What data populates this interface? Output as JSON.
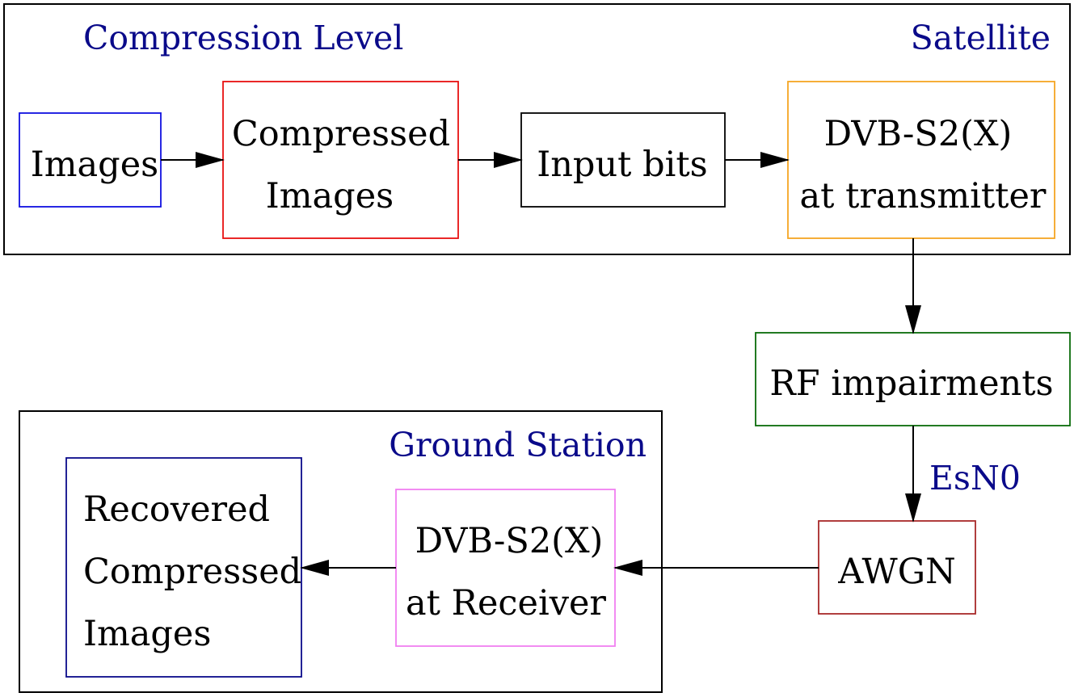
{
  "diagram": {
    "groups": {
      "satellite": {
        "title": "Satellite",
        "subtitle": "Compression Level"
      },
      "ground_station": {
        "title": "Ground Station"
      }
    },
    "nodes": {
      "images": {
        "lines": [
          "Images"
        ],
        "border_color": "#1010e0"
      },
      "compressed_images": {
        "lines": [
          "Compressed",
          "Images"
        ],
        "border_color": "#e81010"
      },
      "input_bits": {
        "lines": [
          "Input bits"
        ],
        "border_color": "#000000"
      },
      "dvb_tx": {
        "lines": [
          "DVB-S2(X)",
          "at transmitter"
        ],
        "border_color": "#f5a623"
      },
      "rf_impairments": {
        "lines": [
          "RF impairments"
        ],
        "border_color": "#0a6b0a"
      },
      "awgn": {
        "lines": [
          "AWGN"
        ],
        "border_color": "#a82828"
      },
      "dvb_rx": {
        "lines": [
          "DVB-S2(X)",
          "at Receiver"
        ],
        "border_color": "#f080f0"
      },
      "recovered": {
        "lines": [
          "Recovered",
          "Compressed",
          "Images"
        ],
        "border_color": "#0a0a8a"
      }
    },
    "edges": [
      {
        "from": "Images",
        "to": "Compressed Images"
      },
      {
        "from": "Compressed Images",
        "to": "Input bits"
      },
      {
        "from": "Input bits",
        "to": "DVB-S2(X) at transmitter"
      },
      {
        "from": "DVB-S2(X) at transmitter",
        "to": "RF impairments"
      },
      {
        "from": "RF impairments",
        "to": "AWGN",
        "label": "EsN0"
      },
      {
        "from": "AWGN",
        "to": "DVB-S2(X) at Receiver"
      },
      {
        "from": "DVB-S2(X) at Receiver",
        "to": "Recovered Compressed Images"
      }
    ],
    "colors": {
      "label_blue": "#0a0a8a",
      "line": "#000000"
    }
  }
}
